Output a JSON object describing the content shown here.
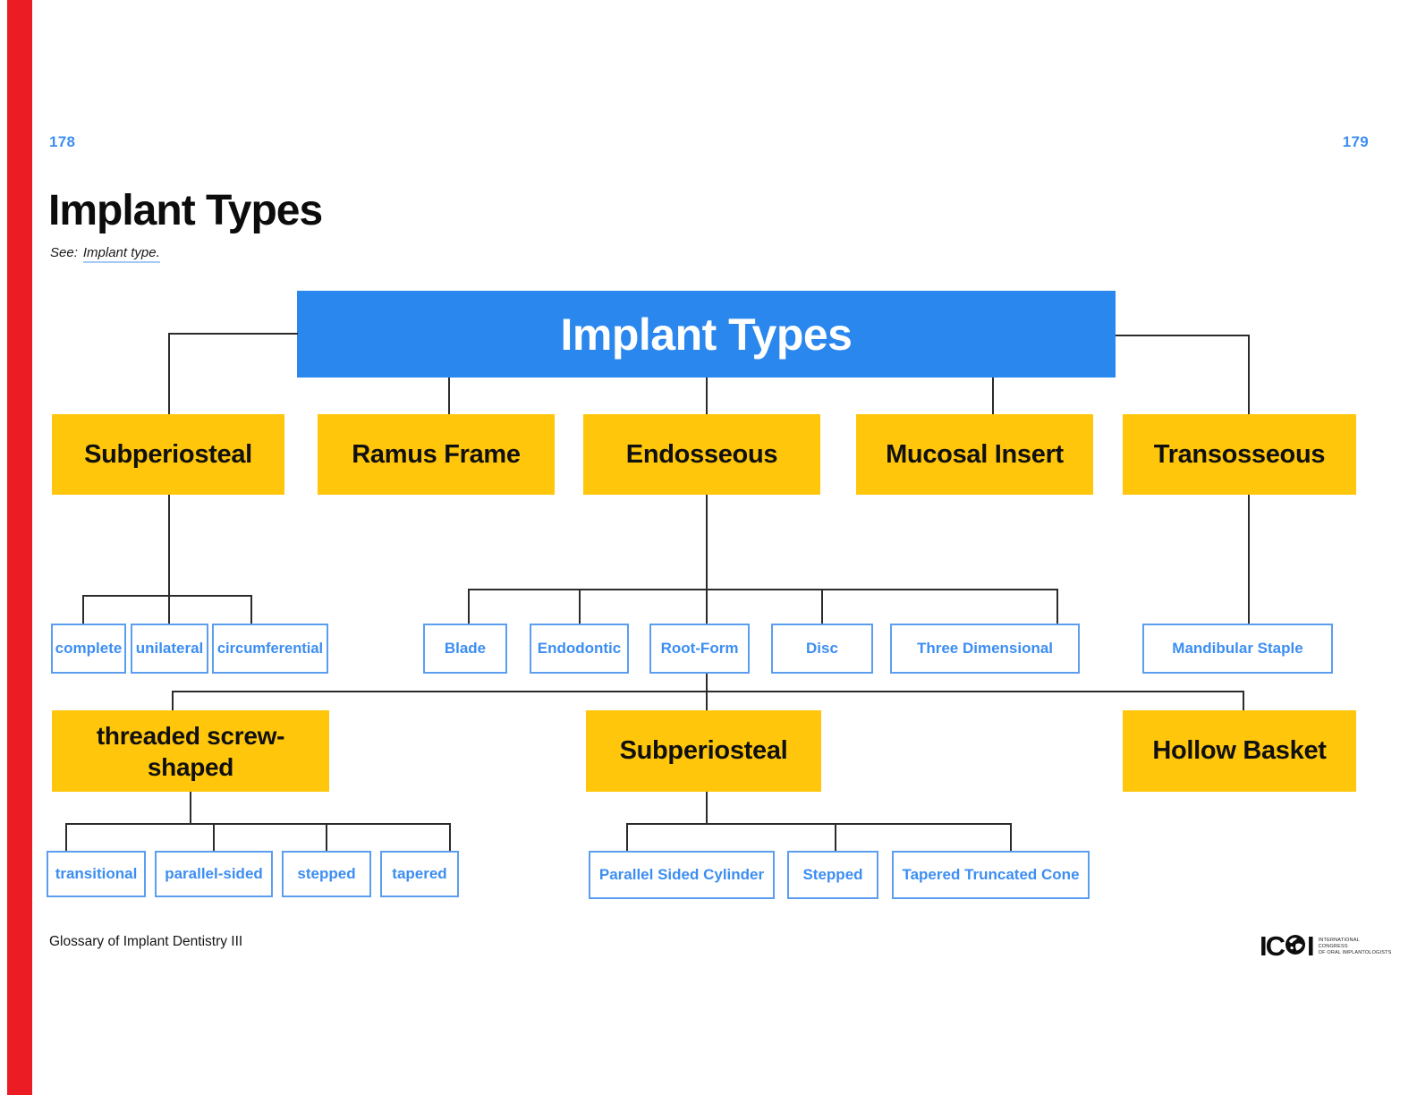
{
  "page": {
    "left_number": "178",
    "right_number": "179",
    "title": "Implant Types",
    "see_prefix": "See:",
    "see_term": "Implant type.",
    "footer": "Glossary of Implant Dentistry III"
  },
  "diagram": {
    "root_label": "Implant Types",
    "level1": [
      "Subperiosteal",
      "Ramus Frame",
      "Endosseous",
      "Mucosal Insert",
      "Transosseous"
    ],
    "subperiosteal_children": [
      "complete",
      "unilateral",
      "circumferential"
    ],
    "endosseous_children": [
      "Blade",
      "Endodontic",
      "Root-Form",
      "Disc",
      "Three Dimensional"
    ],
    "transosseous_children": [
      "Mandibular Staple"
    ],
    "root_form_children": [
      "threaded screw-shaped",
      "Subperiosteal",
      "Hollow Basket"
    ],
    "threaded_children": [
      "transitional",
      "parallel-sided",
      "stepped",
      "tapered"
    ],
    "subperiosteal2_children": [
      "Parallel Sided Cylinder",
      "Stepped",
      "Tapered Truncated Cone"
    ]
  },
  "logo": {
    "letters_left": "IC",
    "letters_right": "I",
    "line1": "International",
    "line2": "Congress",
    "line3": "of Oral Implantologists"
  },
  "colors": {
    "root_fill": "#2a87ee",
    "level_fill": "#ffc60b",
    "leaf_border": "#5b9ef0",
    "leaf_text": "#3d8ef2",
    "page_number": "#3d8ef2",
    "edge_tab": "#ec1c24",
    "connector": "#2b2b2b"
  }
}
